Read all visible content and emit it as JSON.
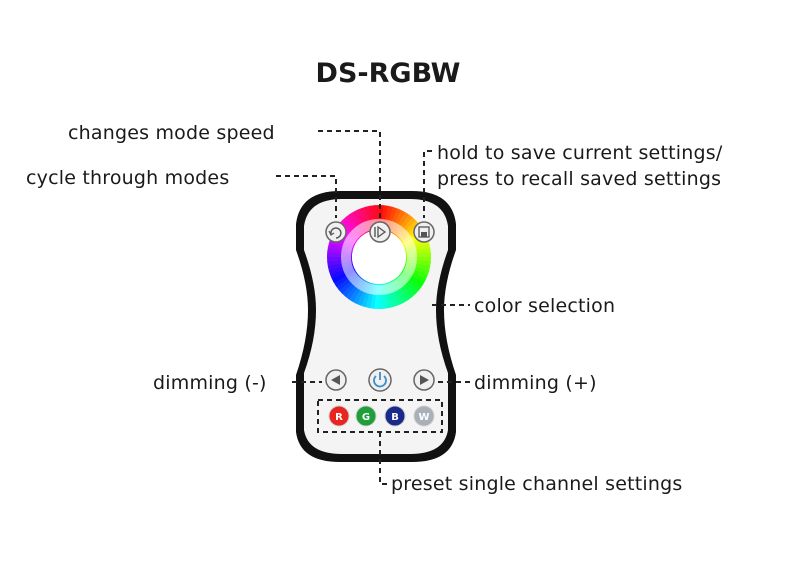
{
  "title": "DS-RGBW",
  "annotations": {
    "mode_speed": "changes mode speed",
    "cycle_modes": "cycle through modes",
    "save_recall_line1": "hold to save current settings/",
    "save_recall_line2": "press to recall saved settings",
    "color_selection": "color selection",
    "dimming_minus": "dimming (-)",
    "dimming_plus": "dimming (+)",
    "preset_channels": "preset single channel settings"
  },
  "remote": {
    "buttons": {
      "mode_icon": "cycle-icon",
      "speed_icon": "play-speed-icon",
      "save_icon": "save-disk-icon",
      "power_icon": "power-icon",
      "dim_minus_icon": "triangle-left-icon",
      "dim_plus_icon": "triangle-right-icon"
    },
    "channels": [
      {
        "label": "R",
        "color": "#e8251f"
      },
      {
        "label": "G",
        "color": "#1f9e3a"
      },
      {
        "label": "B",
        "color": "#1a2a8a"
      },
      {
        "label": "W",
        "color": "#a8b0b8"
      }
    ],
    "body_color": "#111111",
    "face_color": "#f4f4f4"
  }
}
